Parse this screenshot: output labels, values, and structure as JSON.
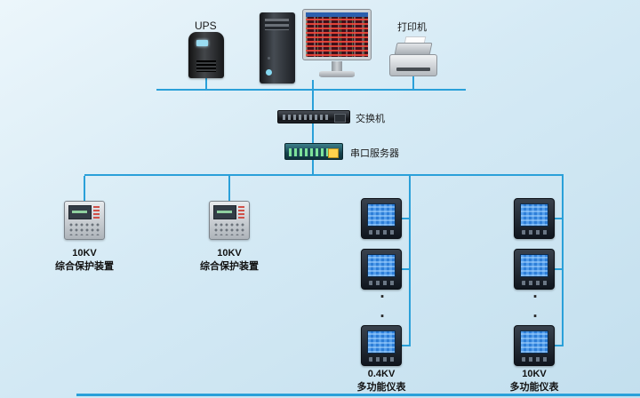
{
  "colors": {
    "line": "#2aa0d9",
    "background_top": "#ecf6fb",
    "background_bottom": "#c3dfee"
  },
  "labels": {
    "ups": "UPS",
    "printer": "打印机",
    "switch": "交换机",
    "serial_server": "串口服务器",
    "ellipsis": "···"
  },
  "groups": {
    "protection1": {
      "kv": "10KV",
      "name": "综合保护装置"
    },
    "protection2": {
      "kv": "10KV",
      "name": "综合保护装置"
    },
    "meters1": {
      "kv": "0.4KV",
      "name": "多功能仪表"
    },
    "meters2": {
      "kv": "10KV",
      "name": "多功能仪表"
    }
  }
}
